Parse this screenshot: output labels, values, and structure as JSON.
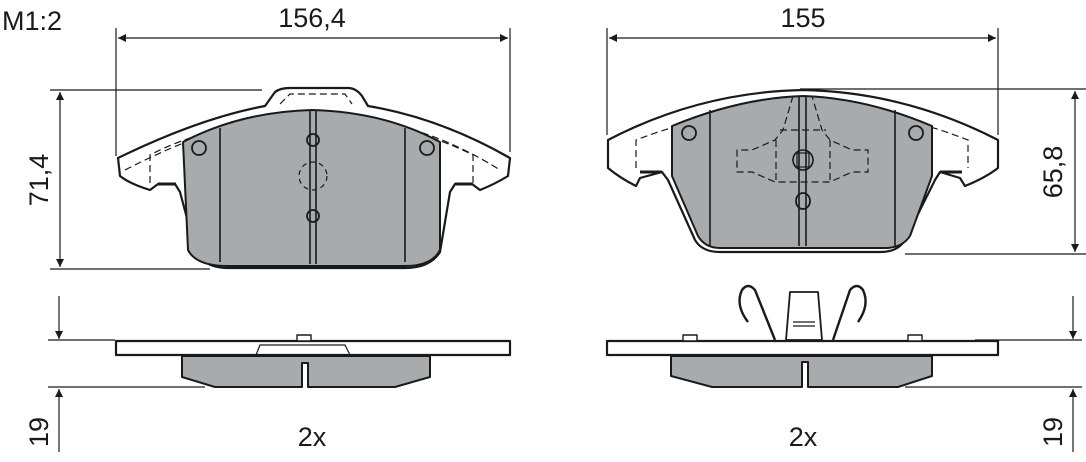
{
  "drawing": {
    "scale_label": "M1:2",
    "accent_fill": "#a7abae",
    "line_color": "#1a1a1a",
    "left_pad": {
      "width_dimension": "156,4",
      "height_dimension": "71,4",
      "thickness_dimension": "19",
      "quantity": "2x"
    },
    "right_pad": {
      "width_dimension": "155",
      "height_dimension": "65,8",
      "thickness_dimension": "19",
      "quantity": "2x"
    }
  }
}
